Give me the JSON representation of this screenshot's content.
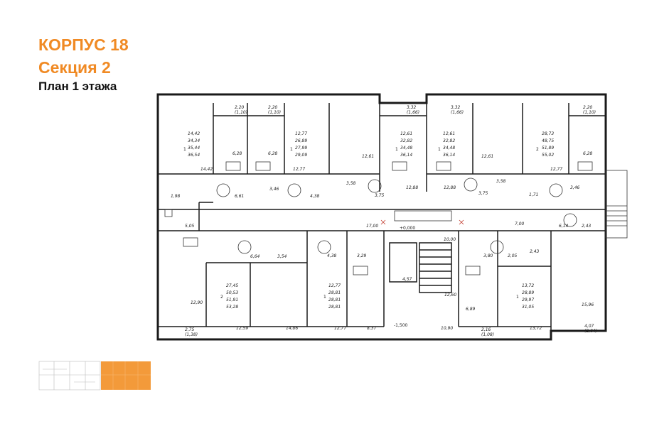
{
  "header": {
    "building": "КОРПУС 18",
    "section": "Секция 2",
    "floor_plan": "План 1 этажа"
  },
  "colors": {
    "accent": "#f08a24",
    "wall": "#1a1a1a",
    "mini_map_active": "#f39a3a"
  },
  "apartments": [
    {
      "id": "apt-top-left",
      "rooms": "1",
      "areas": [
        "14,42",
        "34,34",
        "35,44",
        "36,54"
      ]
    },
    {
      "id": "apt-top-2",
      "rooms": "1",
      "areas": [
        "12,77",
        "26,89",
        "27,99",
        "29,09"
      ]
    },
    {
      "id": "apt-top-3",
      "rooms": "1",
      "areas": [
        "12,61",
        "32,82",
        "34,48",
        "36,14"
      ]
    },
    {
      "id": "apt-top-4",
      "rooms": "1",
      "areas": [
        "12,61",
        "32,82",
        "34,48",
        "36,14"
      ]
    },
    {
      "id": "apt-top-right",
      "rooms": "2",
      "areas": [
        "28,73",
        "48,75",
        "51,89",
        "55,02"
      ]
    },
    {
      "id": "apt-bottom-left",
      "rooms": "2",
      "areas": [
        "27,45",
        "50,53",
        "51,91",
        "53,28"
      ]
    },
    {
      "id": "apt-bottom-mid",
      "rooms": "1",
      "areas": [
        "12,77",
        "28,81",
        "28,81",
        "28,81"
      ]
    },
    {
      "id": "apt-bottom-right",
      "rooms": "1",
      "areas": [
        "13,72",
        "28,89",
        "29,97",
        "31,05"
      ]
    }
  ],
  "room_labels": {
    "balcony_tl": "2,20",
    "balcony_tl_sub": "(1,10)",
    "balcony_t2": "2,20",
    "balcony_t2_sub": "(1,10)",
    "balcony_t3": "3,32",
    "balcony_t3_sub": "(1,66)",
    "balcony_t4": "3,32",
    "balcony_t4_sub": "(1,66)",
    "balcony_tr": "2,20",
    "balcony_tr_sub": "(1,10)",
    "balcony_bl": "2,75",
    "balcony_bl_sub": "(1,38)",
    "balcony_bm": "2,16",
    "balcony_bm_sub": "(1,08)",
    "balcony_br": "4,07",
    "balcony_br_sub": "(2,04)",
    "r1": "6,28",
    "r2": "14,42",
    "r3": "6,28",
    "r4": "12,77",
    "r5": "12,61",
    "r6": "12,61",
    "r7": "6,28",
    "r8": "12,77",
    "r9": "1,98",
    "r10": "6,61",
    "r11": "3,46",
    "r12": "4,38",
    "r13": "3,58",
    "r14": "3,75",
    "r15": "12,88",
    "r16": "12,88",
    "r17": "3,75",
    "r18": "3,58",
    "r19": "1,71",
    "r20": "3,46",
    "r21": "5,05",
    "r22": "17,00",
    "r23": "7,00",
    "r24": "6,14",
    "r25": "2,43",
    "r26": "10,00",
    "r27": "6,64",
    "r28": "3,54",
    "r29": "4,38",
    "r30": "3,29",
    "r31": "3,80",
    "r32": "2,05",
    "r33": "2,43",
    "r34": "4,57",
    "r35": "12,60",
    "r36": "12,90",
    "r37": "12,59",
    "r38": "14,86",
    "r39": "12,77",
    "r40": "8,37",
    "r41": "6,89",
    "r42": "13,72",
    "r43": "15,96",
    "r44": "10,90",
    "r45": "-1,500",
    "r46": "+0,000"
  }
}
